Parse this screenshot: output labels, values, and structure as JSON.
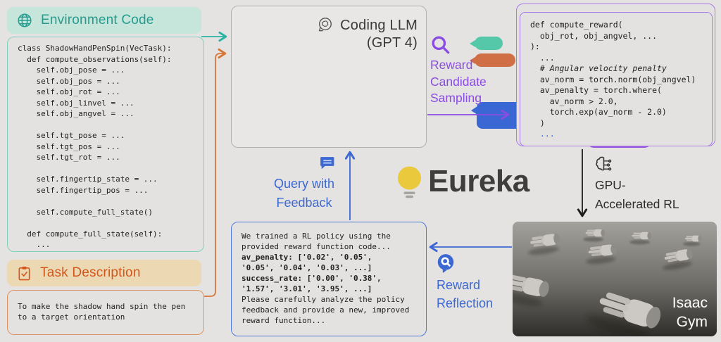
{
  "environment_code": {
    "header_label": "Environment Code",
    "code": "class ShadowHandPenSpin(VecTask):\n  def compute_observations(self):\n    self.obj_pose = ...\n    self.obj_pos = ...\n    self.obj_rot = ...\n    self.obj_linvel = ...\n    self.obj_angvel = ...\n\n    self.tgt_pose = ...\n    self.tgt_pos = ...\n    self.tgt_rot = ...\n\n    self.fingertip_state = ...\n    self.fingertip_pos = ...\n\n    self.compute_full_state()\n\n  def compute_full_state(self):\n    ..."
  },
  "task_description": {
    "header_label": "Task Description",
    "text": "To make the shadow hand spin the pen\nto a target orientation"
  },
  "coding_llm": {
    "title": "Coding LLM",
    "subtitle": "(GPT 4)"
  },
  "flow_labels": {
    "reward_sampling": "Reward\nCandidate\nSampling",
    "query_feedback": "Query with\nFeedback",
    "reward_reflection": "Reward\nReflection",
    "gpu_rl": "GPU-\nAccelerated RL"
  },
  "logo": {
    "name": "Eureka"
  },
  "reward_code": {
    "part1": "def compute_reward(\n  obj_rot, obj_angvel, ...\n):\n  ...",
    "comment": "  # Angular velocity penalty",
    "part2": "  av_norm = torch.norm(obj_angvel)\n  av_penalty = torch.where(\n    av_norm > 2.0,\n    torch.exp(av_norm - 2.0)\n  )",
    "ellipsis": "  ..."
  },
  "feedback": {
    "intro": "We trained a RL policy using the\nprovided reward function code...",
    "av_penalty": "av_penalty: ['0.02', '0.05',\n'0.05', '0.04', '0.03', ...]",
    "success_rate": "success_rate: ['0.00', '0.38',\n'1.57', '3.01', '3.95', ...]",
    "outro": "Please carefully analyze the policy\nfeedback and provide a new, improved\nreward function..."
  },
  "isaac_gym": {
    "label": "Isaac\nGym"
  },
  "colors": {
    "page_bg": "#e5e3e1",
    "teal": "#259c8e",
    "teal_bg": "#c6e6dc",
    "teal_border": "#82d0be",
    "teal_bubble": "#55c8a9",
    "orange": "#d2571c",
    "orange_bg": "#ecd9b4",
    "orange_border": "#dc9463",
    "orange_bubble": "#d06f45",
    "purple": "#8a4ce2",
    "purple_border": "#a87ae8",
    "purple_bubble": "#9a5ae0",
    "blue": "#3c68d2",
    "blue_bubble": "#3a67d4",
    "dark": "#2e2d2b",
    "yellow": "#eac93d",
    "box_bg": "#e4e2e0",
    "llm_bg": "#e9e7e5",
    "llm_border": "#b3b1af",
    "code_ink": "#1f1f1f",
    "white": "#ffffff"
  }
}
